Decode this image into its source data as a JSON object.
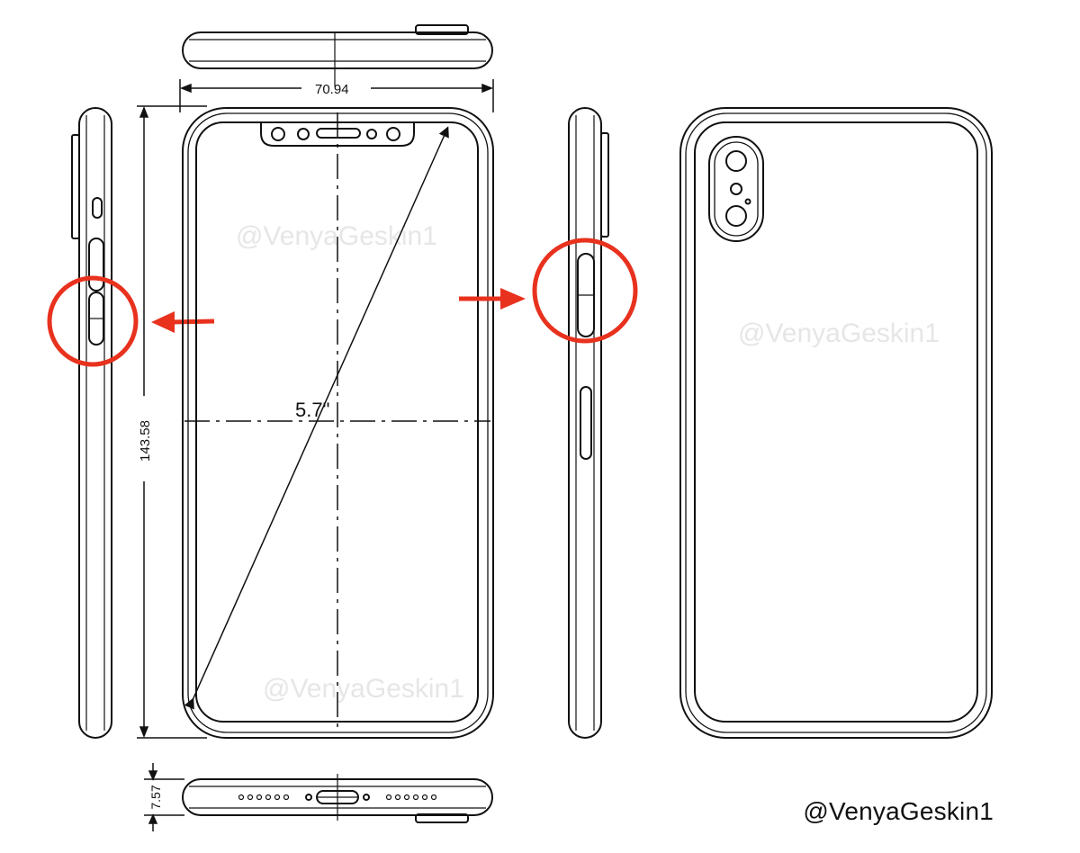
{
  "dimensions": {
    "width_label": "70.94",
    "height_label": "143.58",
    "thickness_label": "7.57",
    "diagonal_label": "5.7\""
  },
  "watermarks": {
    "text": "@VenyaGeskin1"
  },
  "signature": "@VenyaGeskin1",
  "colors": {
    "line": "#111111",
    "highlight": "#e8321e",
    "watermark": "#e6e6e6"
  }
}
